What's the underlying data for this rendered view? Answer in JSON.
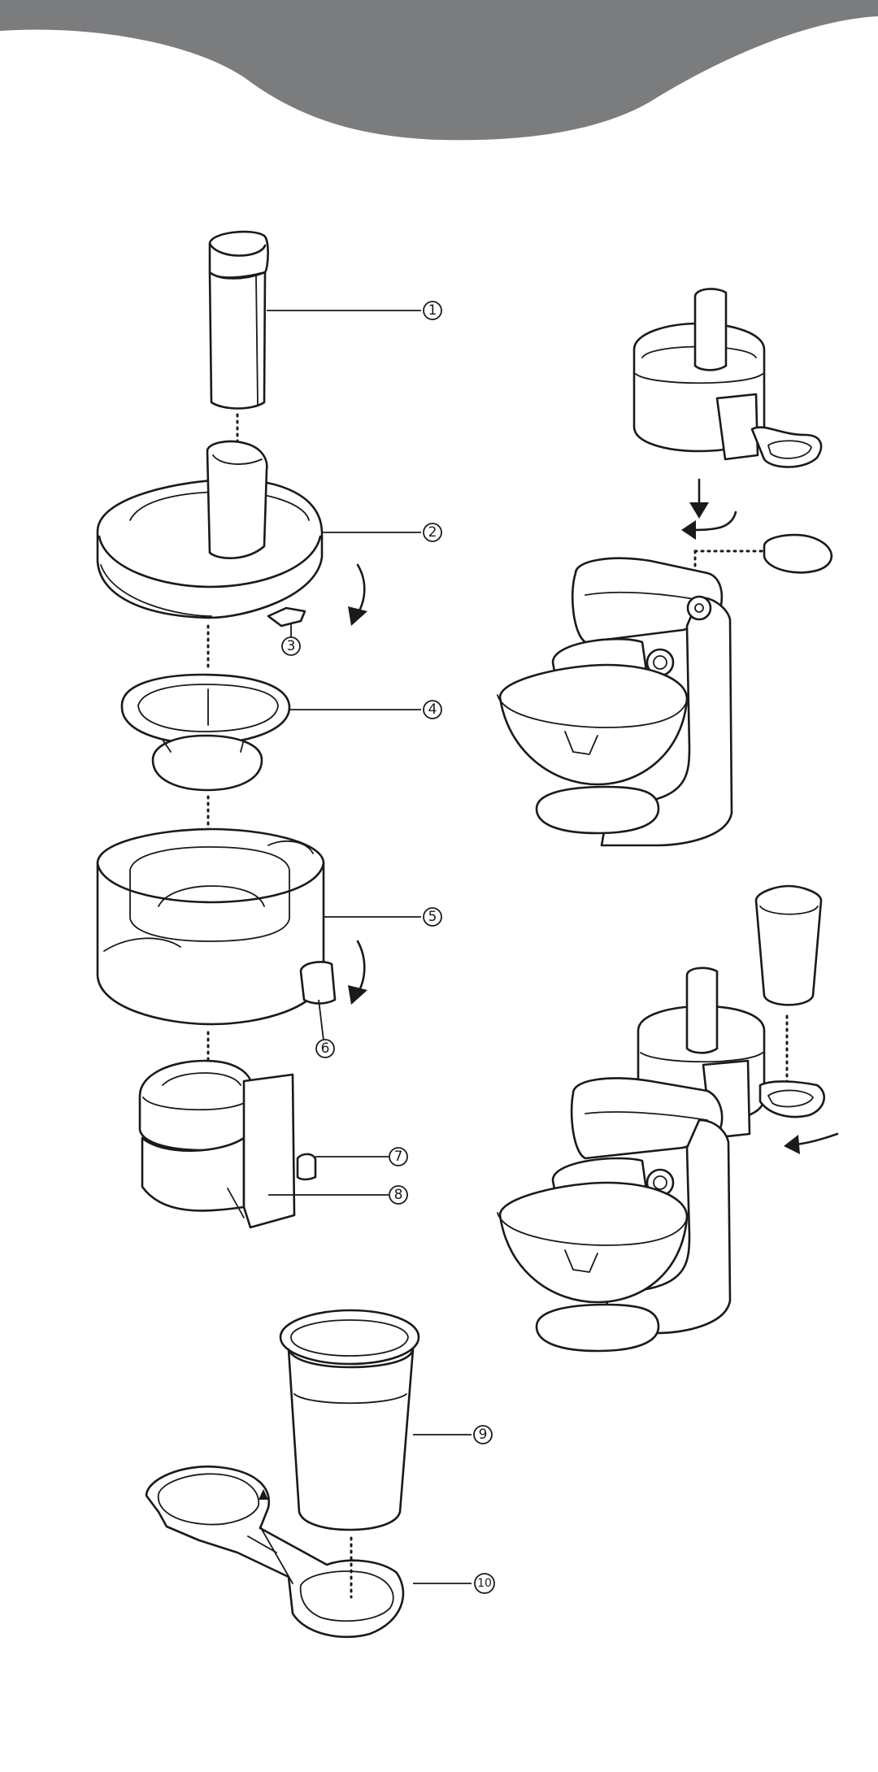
{
  "banner_color": "#7b7c7e",
  "line_color": "#1a1a1a",
  "callouts": [
    {
      "id": "1",
      "label": "1"
    },
    {
      "id": "2",
      "label": "2"
    },
    {
      "id": "3",
      "label": "3"
    },
    {
      "id": "4",
      "label": "4"
    },
    {
      "id": "5",
      "label": "5"
    },
    {
      "id": "6",
      "label": "6"
    },
    {
      "id": "7",
      "label": "7"
    },
    {
      "id": "8",
      "label": "8"
    },
    {
      "id": "9",
      "label": "9"
    },
    {
      "id": "10",
      "label": "10"
    }
  ],
  "figures": [
    {
      "name": "exploded-juicer-parts"
    },
    {
      "name": "mixer-with-juicer-fitting"
    },
    {
      "name": "mixer-with-juicer-assembled"
    },
    {
      "name": "jug-and-holder"
    }
  ]
}
